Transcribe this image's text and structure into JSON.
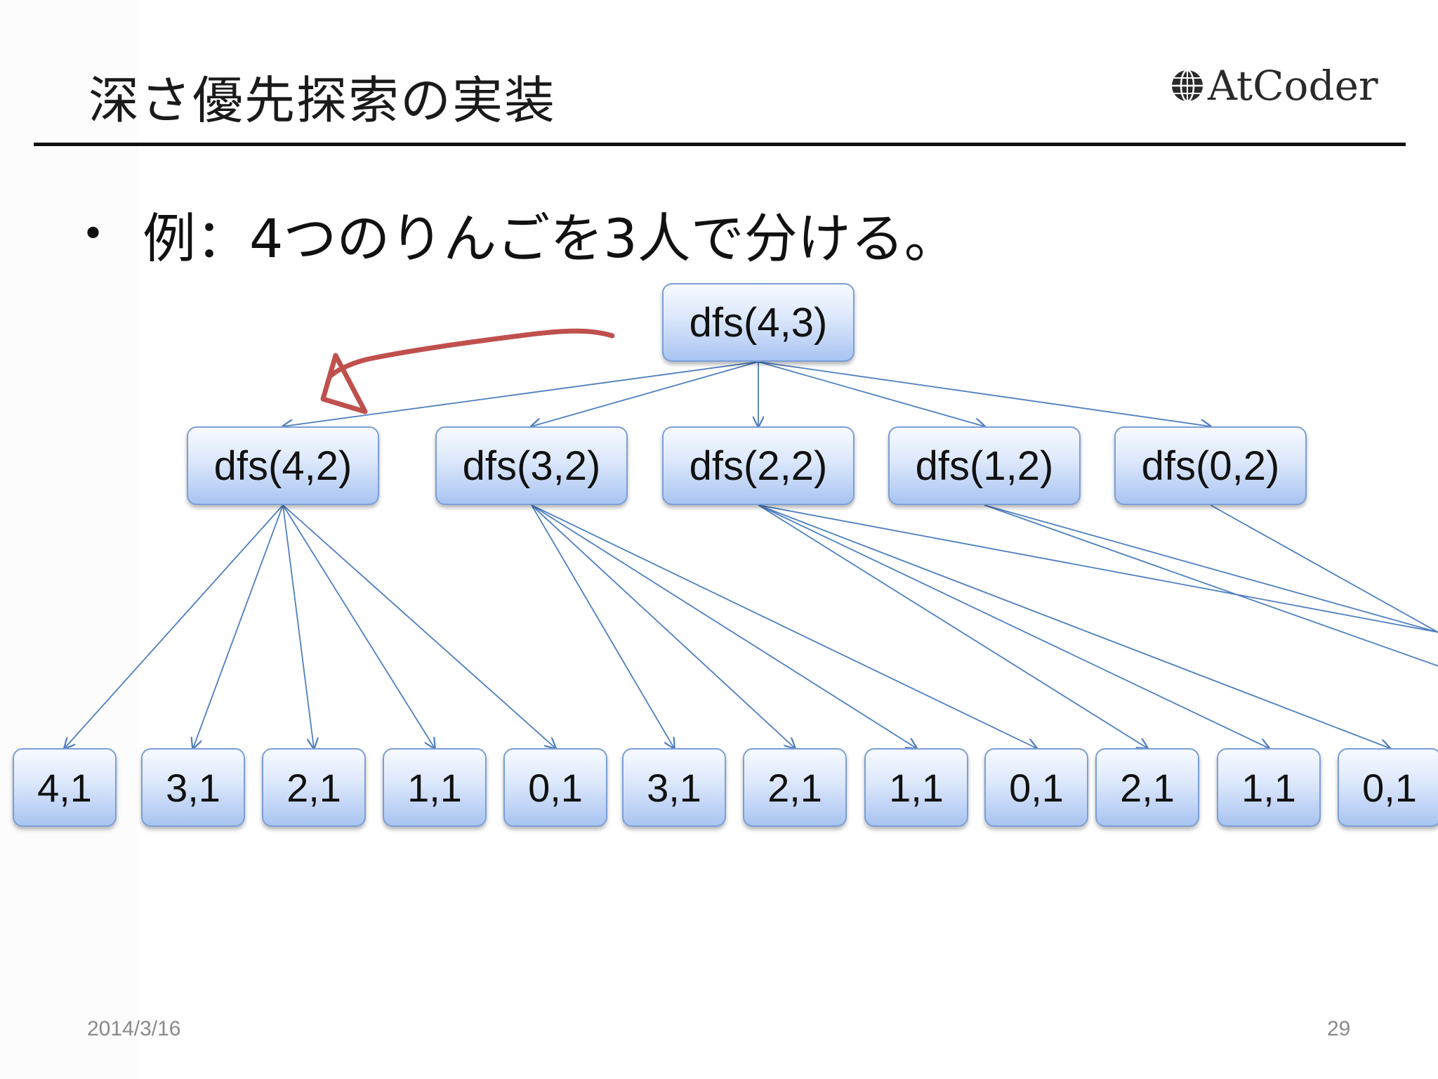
{
  "slide": {
    "title": "深さ優先探索の実装",
    "logo_text": "AtCoder",
    "bullet": "例：4つのりんごを3人で分ける。",
    "footer_date": "2014/3/16",
    "page_number": "29"
  },
  "tree": {
    "root": "dfs(4,3)",
    "level2": [
      "dfs(4,2)",
      "dfs(3,2)",
      "dfs(2,2)",
      "dfs(1,2)",
      "dfs(0,2)"
    ],
    "level3": [
      "4,1",
      "3,1",
      "2,1",
      "1,1",
      "0,1",
      "3,1",
      "2,1",
      "1,1",
      "0,1",
      "2,1",
      "1,1",
      "0,1"
    ]
  },
  "colors": {
    "edge": "#4f7fc0",
    "annotation": "#c0504d"
  }
}
